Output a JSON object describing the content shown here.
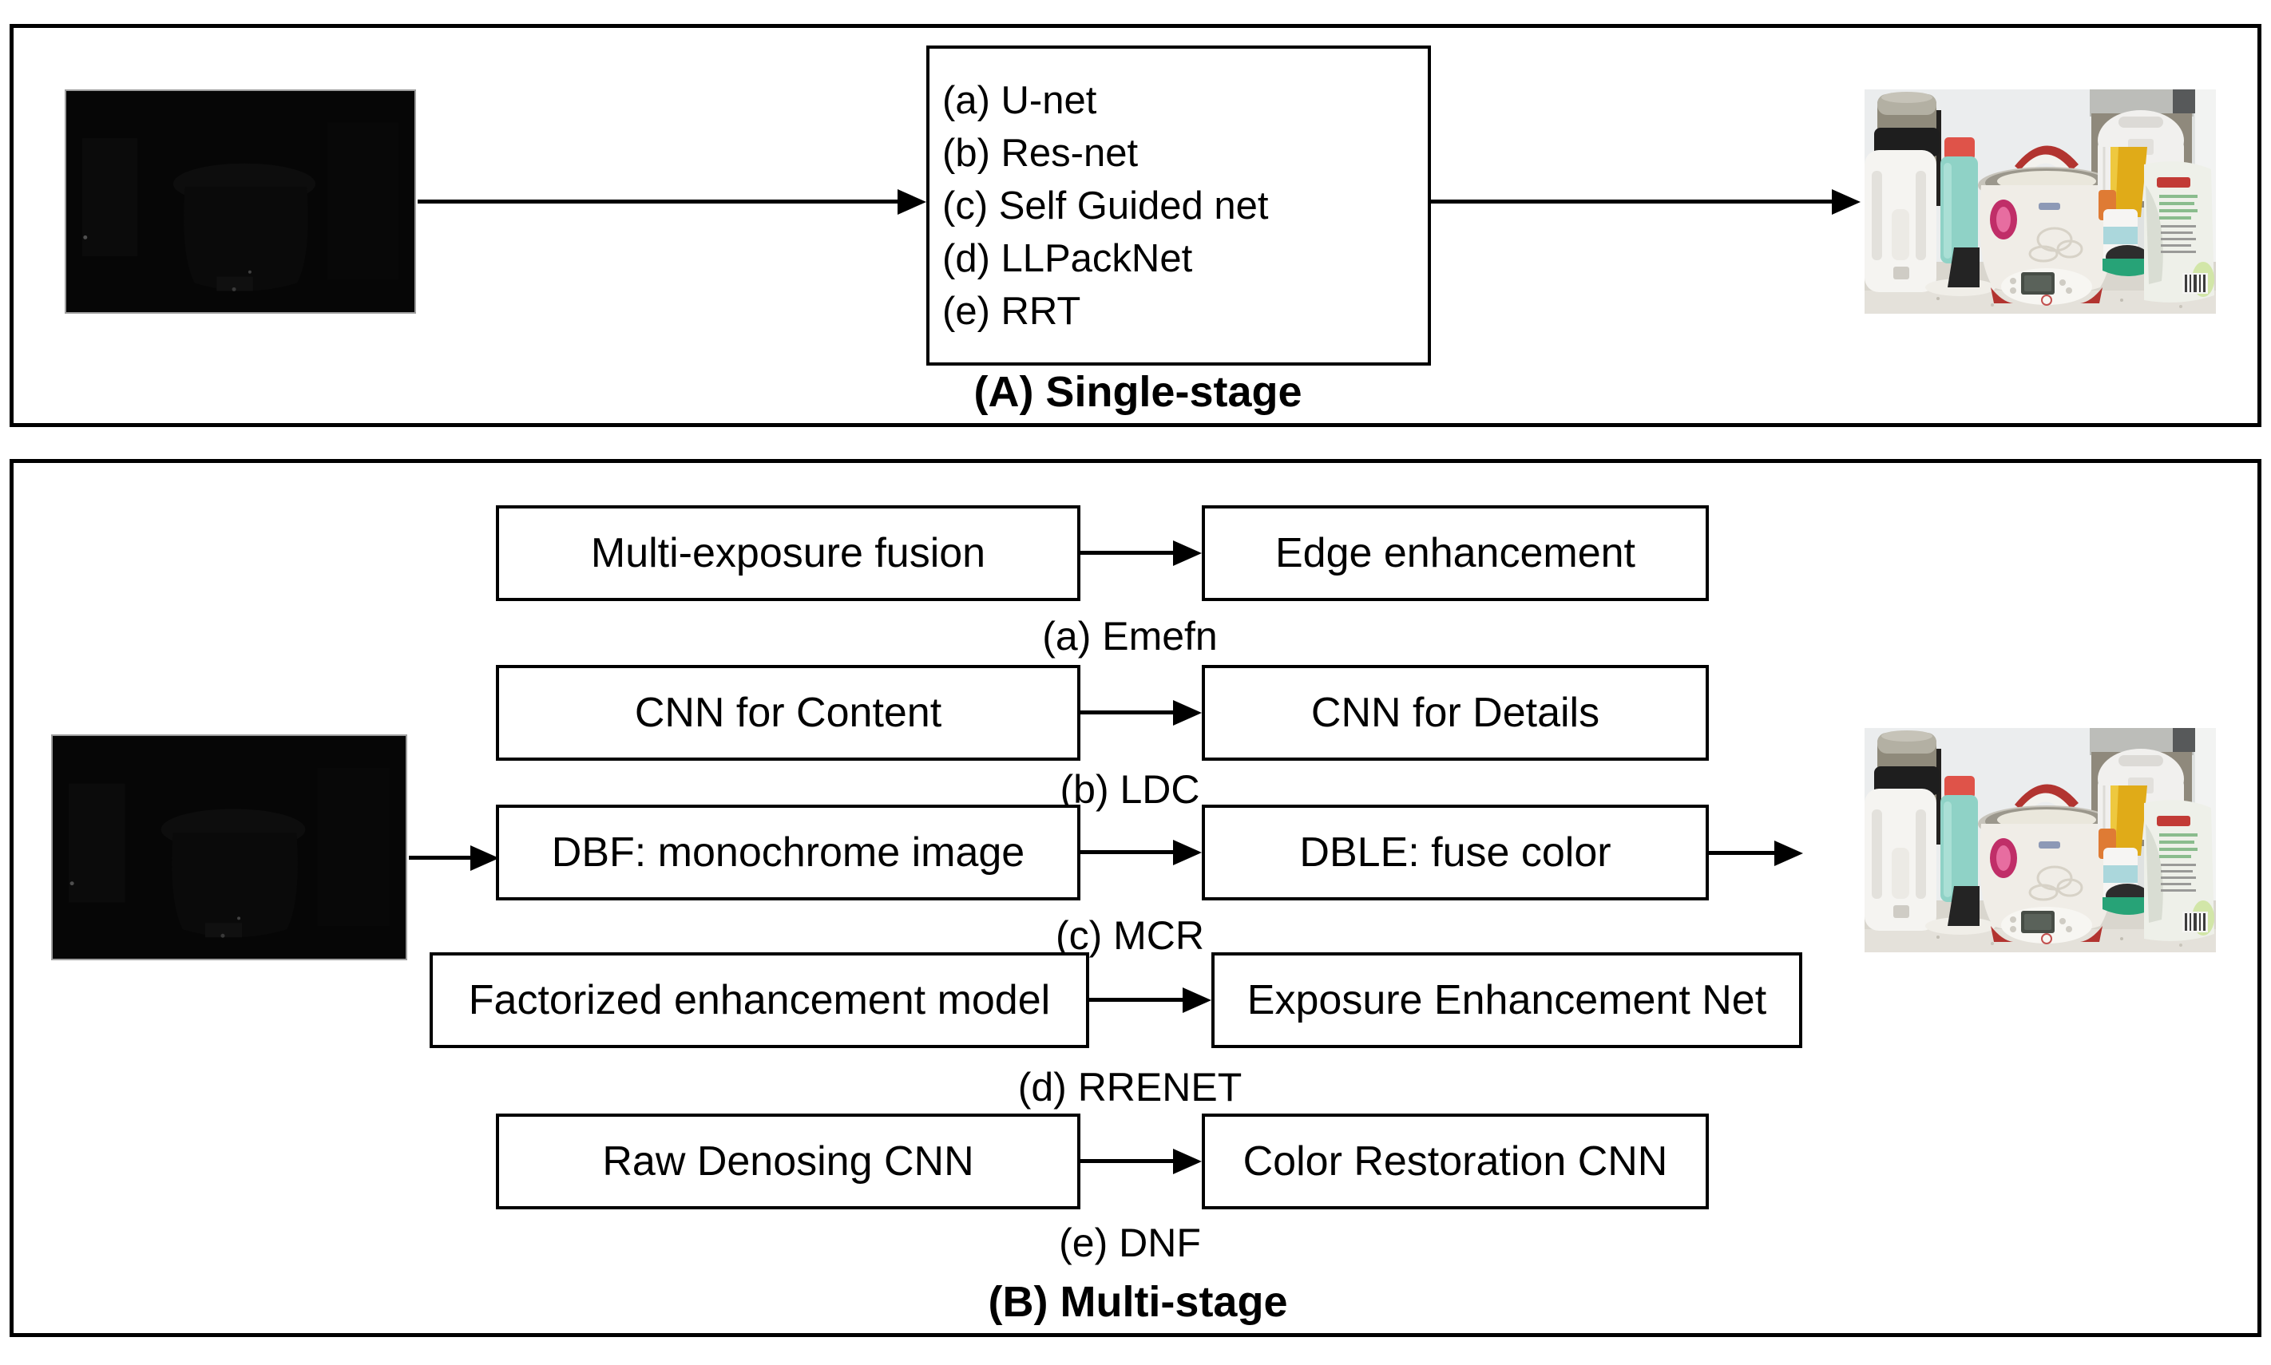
{
  "panel_a": {
    "caption": "(A) Single-stage",
    "methods": [
      "(a) U-net",
      "(b) Res-net",
      "(c) Self Guided net",
      "(d) LLPackNet",
      "(e) RRT"
    ]
  },
  "panel_b": {
    "caption": "(B) Multi-stage",
    "rows": [
      {
        "left": "Multi-exposure fusion",
        "right": "Edge enhancement",
        "label": "(a) Emefn"
      },
      {
        "left": "CNN for Content",
        "right": "CNN for Details",
        "label": "(b) LDC"
      },
      {
        "left": "DBF: monochrome image",
        "right": "DBLE: fuse color",
        "label": "(c) MCR"
      },
      {
        "left": "Factorized enhancement model",
        "right": "Exposure Enhancement Net",
        "label": "(d) RRENET"
      },
      {
        "left": "Raw Denosing CNN",
        "right": "Color Restoration CNN",
        "label": "(e) DNF"
      }
    ]
  },
  "images": {
    "input": "low-light-kitchen-photo",
    "output": "enhanced-kitchen-photo"
  },
  "colors": {
    "background": "#ffffff",
    "line": "#000000",
    "text": "#000000",
    "cooker_red": "#b23430",
    "sticker_magenta": "#c02e68",
    "bottle_teal": "#8fd2c6",
    "cap_coral": "#df5349",
    "cup_yellow": "#e0ab18",
    "dish_green": "#27a377",
    "packet_text_green": "#8abc8d",
    "dark_image": "#060606"
  }
}
